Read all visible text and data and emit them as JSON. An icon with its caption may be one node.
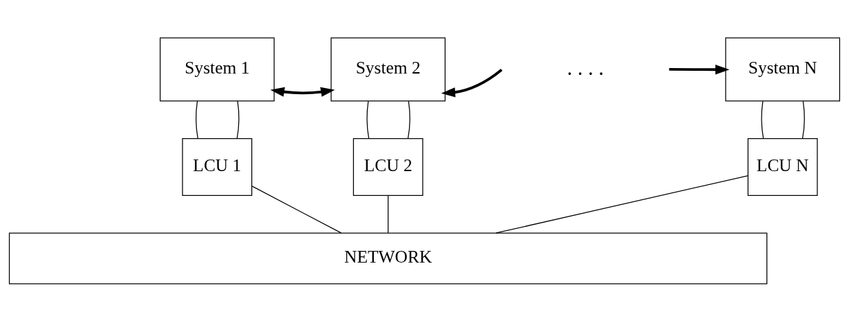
{
  "diagram": {
    "nodes": [
      {
        "text": [
          "System 1"
        ]
      },
      {
        "text": [
          "System 2"
        ]
      },
      {
        "text": [
          "System N"
        ]
      },
      {
        "text": [
          "LCU 1"
        ]
      },
      {
        "text": [
          "LCU 2"
        ]
      },
      {
        "text": [
          "LCU N"
        ]
      },
      {
        "text": [
          "NETWORK"
        ]
      }
    ],
    "edges": [
      {
        "from": 0,
        "to": 1,
        "arrow": "both",
        "style": "thick"
      },
      {
        "from": null,
        "to": 1,
        "arrow": "to",
        "style": "thick"
      },
      {
        "from": null,
        "to": 2,
        "arrow": "to",
        "style": "thick"
      },
      {
        "from": 0,
        "to": 3,
        "arrow": "none"
      },
      {
        "from": 0,
        "to": 3,
        "arrow": "none"
      },
      {
        "from": 1,
        "to": 4,
        "arrow": "none"
      },
      {
        "from": 1,
        "to": 4,
        "arrow": "none"
      },
      {
        "from": 2,
        "to": 5,
        "arrow": "none"
      },
      {
        "from": 2,
        "to": 5,
        "arrow": "none"
      },
      {
        "from": 3,
        "to": 6,
        "arrow": "none"
      },
      {
        "from": 4,
        "to": 6,
        "arrow": "none"
      },
      {
        "from": 5,
        "to": 6,
        "arrow": "none"
      }
    ],
    "labels": [
      ". . . ."
    ]
  }
}
